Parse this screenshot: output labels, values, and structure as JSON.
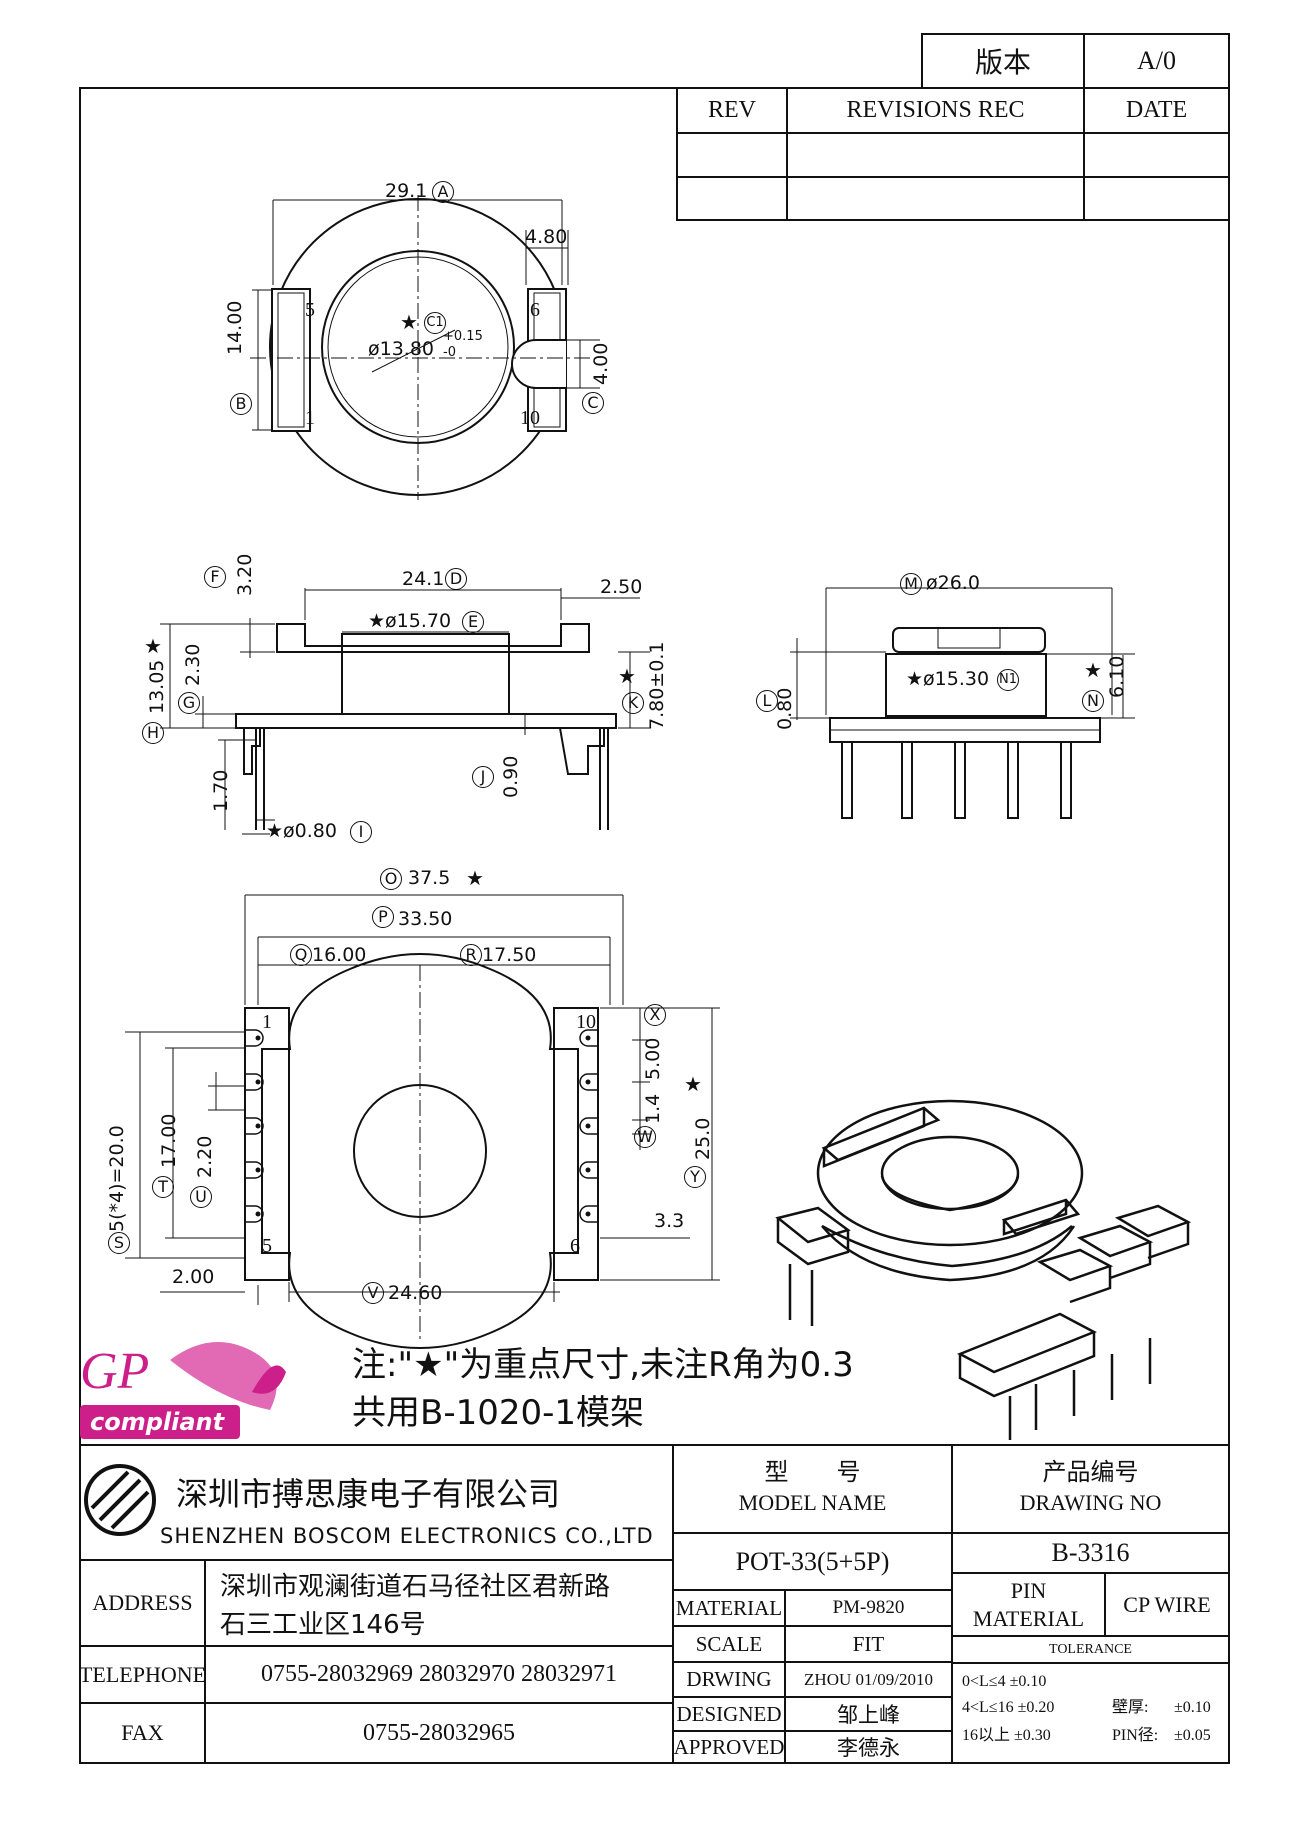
{
  "revision_block": {
    "version_label": "版本",
    "version_value": "A/0",
    "rev_header": "REV",
    "revisions_header": "REVISIONS REC",
    "date_header": "DATE"
  },
  "dimensions": {
    "top_width": "29.1",
    "top_width_ref": "A",
    "slot_width": "4.80",
    "height_b": "14.00",
    "height_b_ref": "B",
    "core_ref": "C1",
    "core_dia": "ø13.80",
    "core_tol_upper": "+0.15",
    "core_tol_lower": "-0",
    "slot_height": "4.00",
    "slot_height_ref": "C",
    "pin5": "5",
    "pin6": "6",
    "pin1": "1",
    "pin10": "10",
    "flange_h": "3.20",
    "flange_h_ref": "F",
    "width_d": "24.1",
    "width_d_ref": "D",
    "tab_w": "2.50",
    "bore_e": "★ø15.70",
    "bore_e_ref": "E",
    "total_h": "13.05",
    "total_h_ref": "H",
    "g_dim": "2.30",
    "g_ref": "G",
    "k_dim": "7.80±0.1",
    "k_ref": "K",
    "j_dim": "0.90",
    "j_ref": "J",
    "pin_len": "1.70",
    "pin_dia": "★ø0.80",
    "pin_dia_ref": "I",
    "m_dim": "ø26.0",
    "m_ref": "M",
    "l_dim": "0.80",
    "l_ref": "L",
    "n1_dim": "★ø15.30",
    "n1_ref": "N1",
    "n_dim": "6.10",
    "n_ref": "N",
    "o_dim": "37.5",
    "o_ref": "O",
    "p_dim": "33.50",
    "p_ref": "P",
    "q_dim": "16.00",
    "q_ref": "Q",
    "r_dim": "17.50",
    "r_ref": "R",
    "x_ref": "X",
    "five_dim": "5.00",
    "w_dim": "1.4",
    "w_ref": "W",
    "y_dim": "25.0",
    "y_ref": "Y",
    "s_dim": "5(*4)=20.0",
    "s_ref": "S",
    "t_dim": "17.00",
    "t_ref": "T",
    "u_dim": "2.20",
    "u_ref": "U",
    "three3": "3.3",
    "two00": "2.00",
    "v_dim": "24.60",
    "v_ref": "V",
    "star": "★"
  },
  "logo": {
    "text": "GP",
    "sub": "compliant",
    "colors": {
      "magenta": "#cc1f8a",
      "pink": "#e26ab4"
    }
  },
  "notes": {
    "line1": "注:\"★\"为重点尺寸,未注R角为0.3",
    "line2": "共用B-1020-1模架"
  },
  "title_block": {
    "company_cn": "深圳市搏思康电子有限公司",
    "company_en": "SHENZHEN BOSCOM ELECTRONICS CO.,LTD",
    "address_label": "ADDRESS",
    "address_line1": "深圳市观澜街道石马径社区君新路",
    "address_line2": "石三工业区146号",
    "telephone_label": "TELEPHONE",
    "telephone_value": "0755-28032969 28032970 28032971",
    "fax_label": "FAX",
    "fax_value": "0755-28032965",
    "model_cn": "型　　号",
    "model_en": "MODEL NAME",
    "model_value": "POT-33(5+5P)",
    "drawing_cn": "产品编号",
    "drawing_en": "DRAWING NO",
    "drawing_value": "B-3316",
    "material_label": "MATERIAL",
    "material_value": "PM-9820",
    "pin_material_label1": "PIN",
    "pin_material_label2": "MATERIAL",
    "pin_material_value": "CP WIRE",
    "scale_label": "SCALE",
    "scale_value": "FIT",
    "tolerance_label": "TOLERANCE",
    "drawing_label": "DRWING",
    "drawing_by": "ZHOU 01/09/2010",
    "designed_label": "DESIGNED",
    "designed_by": "邹上峰",
    "approved_label": "APPROVED",
    "approved_by": "李德永",
    "tol1": "0<L≤4  ±0.10",
    "tol2": "4<L≤16  ±0.20",
    "tol3": "16以上    ±0.30",
    "wall_label": "壁厚:",
    "wall_value": "±0.10",
    "pin_label": "PIN径:",
    "pin_value": "±0.05"
  }
}
